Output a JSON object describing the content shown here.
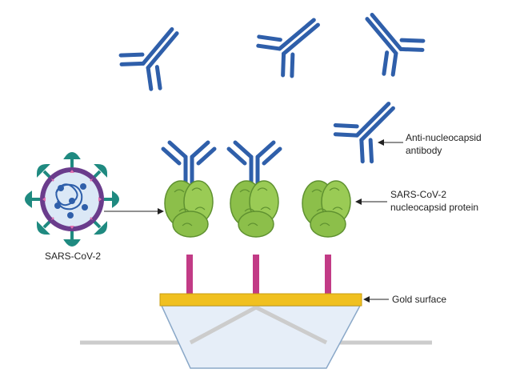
{
  "labels": {
    "virus": "SARS-CoV-2",
    "antibody_line1": "Anti-nucleocapsid",
    "antibody_line2": "antibody",
    "protein_line1": "SARS-CoV-2",
    "protein_line2": "nucleocapsid protein",
    "surface": "Gold surface"
  },
  "colors": {
    "antibody": "#2f5faa",
    "protein": "#8cbf4a",
    "protein_dark": "#5f9130",
    "linker": "#c23b86",
    "gold": "#f0c020",
    "prism_fill": "#e6eef8",
    "prism_stroke": "#8aa8c8",
    "beam": "#cccccc",
    "virus_shell": "#6a3c8c",
    "virus_spike": "#1f8a80"
  }
}
